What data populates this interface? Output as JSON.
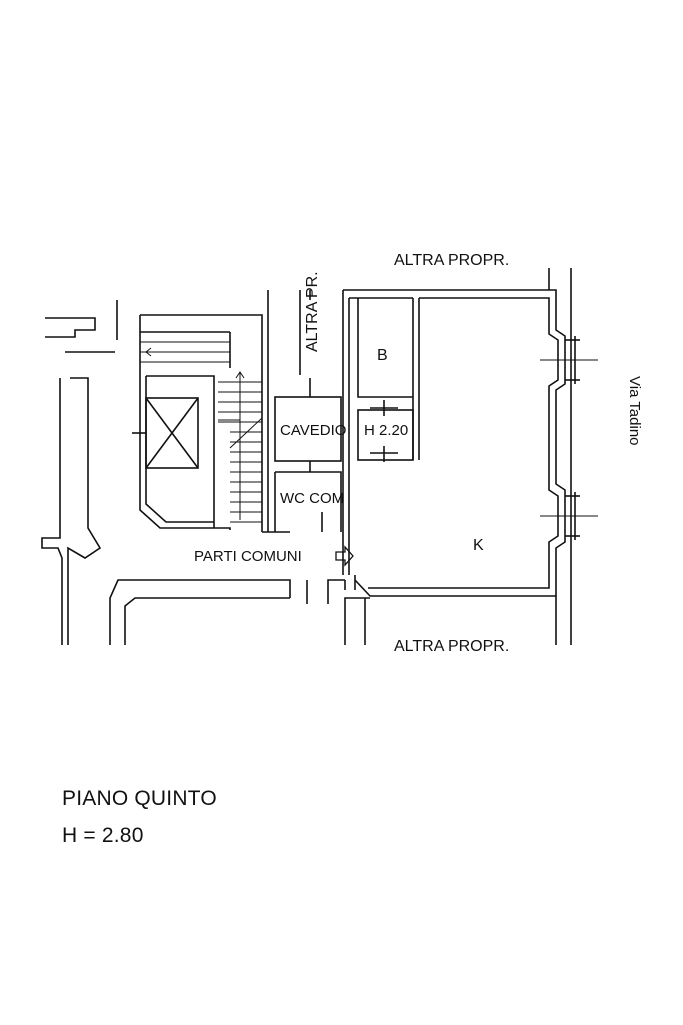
{
  "plan": {
    "labels": {
      "altra_propr_top": "ALTRA PROPR.",
      "altra_pr_vertical": "ALTRA PR.",
      "room_b": "B",
      "cavedio": "CAVEDIO",
      "h_220": "H 2.20",
      "wc_com": "WC COM",
      "room_k": "K",
      "parti_comuni": "PARTI COMUNI",
      "altra_propr_bottom": "ALTRA PROPR.",
      "street": "Via Tadino"
    },
    "colors": {
      "line": "#111111",
      "background": "#ffffff"
    }
  },
  "caption": {
    "floor": "PIANO QUINTO",
    "height": "H = 2.80"
  }
}
